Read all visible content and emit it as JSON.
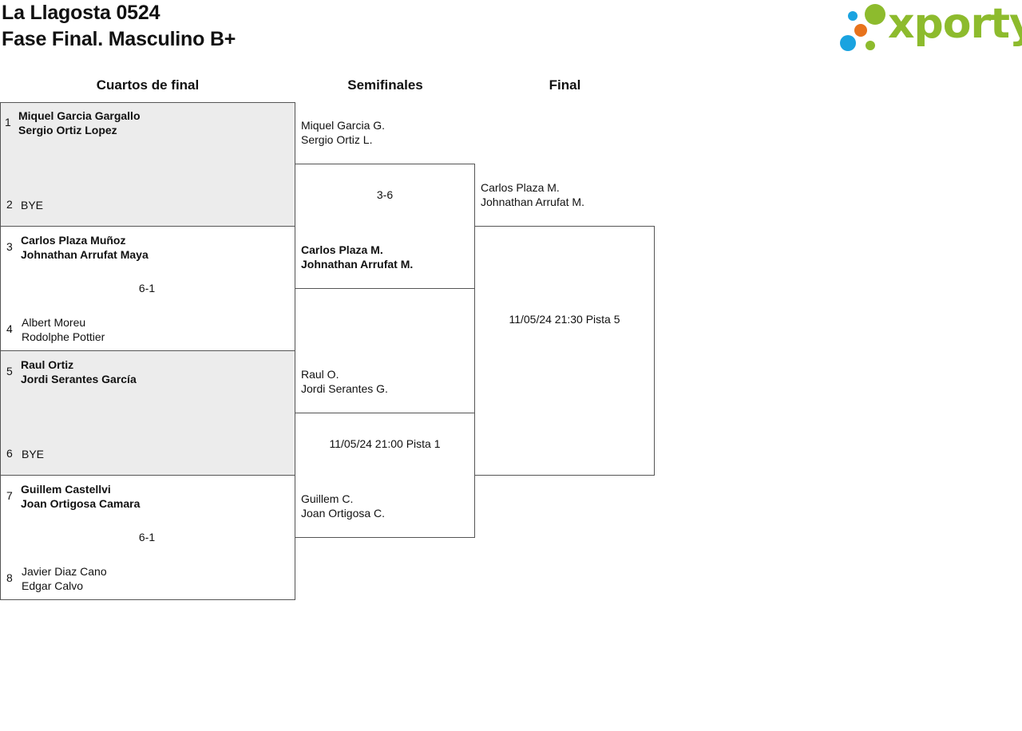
{
  "header": {
    "tournament": "La Llagosta 0524",
    "phase": "Fase Final. Masculino B+",
    "logo_text": "xporty"
  },
  "colors": {
    "logo_green": "#8dbb2d",
    "logo_blue": "#1aa3e0",
    "logo_orange": "#e8731c",
    "shaded": "#ececec"
  },
  "columns": [
    "Cuartos de final",
    "Semifinales",
    "Final"
  ],
  "quarterfinals": [
    {
      "top": {
        "seed": "1",
        "p1": "Miquel Garcia Gargallo",
        "p2": "Sergio Ortiz Lopez"
      },
      "bottom": {
        "seed": "2",
        "p1": "BYE",
        "p2": ""
      },
      "score": ""
    },
    {
      "top": {
        "seed": "3",
        "p1": "Carlos Plaza Muñoz",
        "p2": "Johnathan Arrufat Maya"
      },
      "bottom": {
        "seed": "4",
        "p1": "Albert Moreu",
        "p2": "Rodolphe Pottier"
      },
      "score": "6-1"
    },
    {
      "top": {
        "seed": "5",
        "p1": "Raul Ortiz",
        "p2": "Jordi Serantes García"
      },
      "bottom": {
        "seed": "6",
        "p1": "BYE",
        "p2": ""
      },
      "score": ""
    },
    {
      "top": {
        "seed": "7",
        "p1": "Guillem Castellvi",
        "p2": "Joan Ortigosa Camara"
      },
      "bottom": {
        "seed": "8",
        "p1": "Javier Diaz Cano",
        "p2": "Edgar Calvo"
      },
      "score": "6-1"
    }
  ],
  "semifinals": [
    {
      "top": {
        "p1": "Miquel Garcia G.",
        "p2": "Sergio Ortiz L."
      },
      "bottom": {
        "p1": "Carlos Plaza M.",
        "p2": "Johnathan Arrufat M."
      },
      "score": "3-6"
    },
    {
      "top": {
        "p1": "Raul O.",
        "p2": "Jordi Serantes G."
      },
      "bottom": {
        "p1": "Guillem C.",
        "p2": "Joan Ortigosa C."
      },
      "score": "11/05/24 21:00 Pista 1"
    }
  ],
  "final": {
    "top": {
      "p1": "Carlos Plaza M.",
      "p2": "Johnathan Arrufat M."
    },
    "score": "11/05/24 21:30 Pista 5"
  }
}
